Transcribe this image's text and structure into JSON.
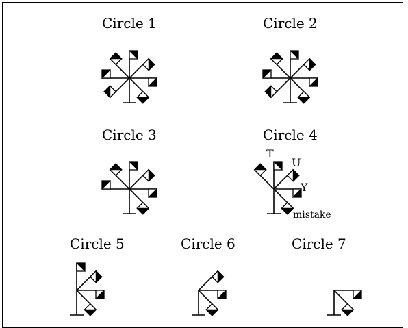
{
  "figure": {
    "ink_color": "#000000",
    "background_color": "#ffffff",
    "circles": [
      {
        "caption": "Circle 1",
        "arms": [
          "top",
          "upper-right",
          "right",
          "lower-right",
          "lower-left",
          "left",
          "upper-left"
        ]
      },
      {
        "caption": "Circle 2",
        "arms": [
          "top",
          "upper-right",
          "right",
          "lower-right",
          "lower-left",
          "left",
          "upper-left"
        ]
      },
      {
        "caption": "Circle 3",
        "arms": [
          "top",
          "upper-right",
          "right",
          "lower-right",
          "left",
          "upper-left"
        ]
      },
      {
        "caption": "Circle 4",
        "arms": [
          "top",
          "upper-right",
          "right",
          "lower-right",
          "upper-left"
        ],
        "labels": {
          "T": "T",
          "U": "U",
          "Y": "Y",
          "mistake": "mistake"
        }
      },
      {
        "caption": "Circle 5",
        "arms": [
          "top",
          "upper-right",
          "right",
          "lower-right"
        ]
      },
      {
        "caption": "Circle 6",
        "arms": [
          "upper-right",
          "right",
          "lower-right"
        ]
      },
      {
        "caption": "Circle 7",
        "arms": [
          "right",
          "lower-right"
        ]
      }
    ]
  }
}
